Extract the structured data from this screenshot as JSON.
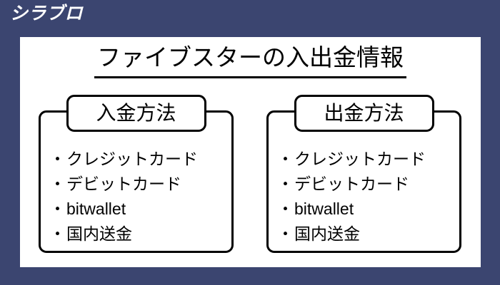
{
  "brand": {
    "logo_text": "シラブロ"
  },
  "card": {
    "headline": "ファイブスターの入出金情報",
    "panels": [
      {
        "key": "deposit",
        "badge_label": "入金方法",
        "bullet": "・",
        "items": [
          "クレジットカード",
          "デビットカード",
          "bitwallet",
          "国内送金"
        ]
      },
      {
        "key": "withdraw",
        "badge_label": "出金方法",
        "bullet": "・",
        "items": [
          "クレジットカード",
          "デビットカード",
          "bitwallet",
          "国内送金"
        ]
      }
    ]
  },
  "colors": {
    "background_navy": "#3b4570",
    "card_white": "#ffffff",
    "text_black": "#000000",
    "logo_white": "#ffffff"
  }
}
